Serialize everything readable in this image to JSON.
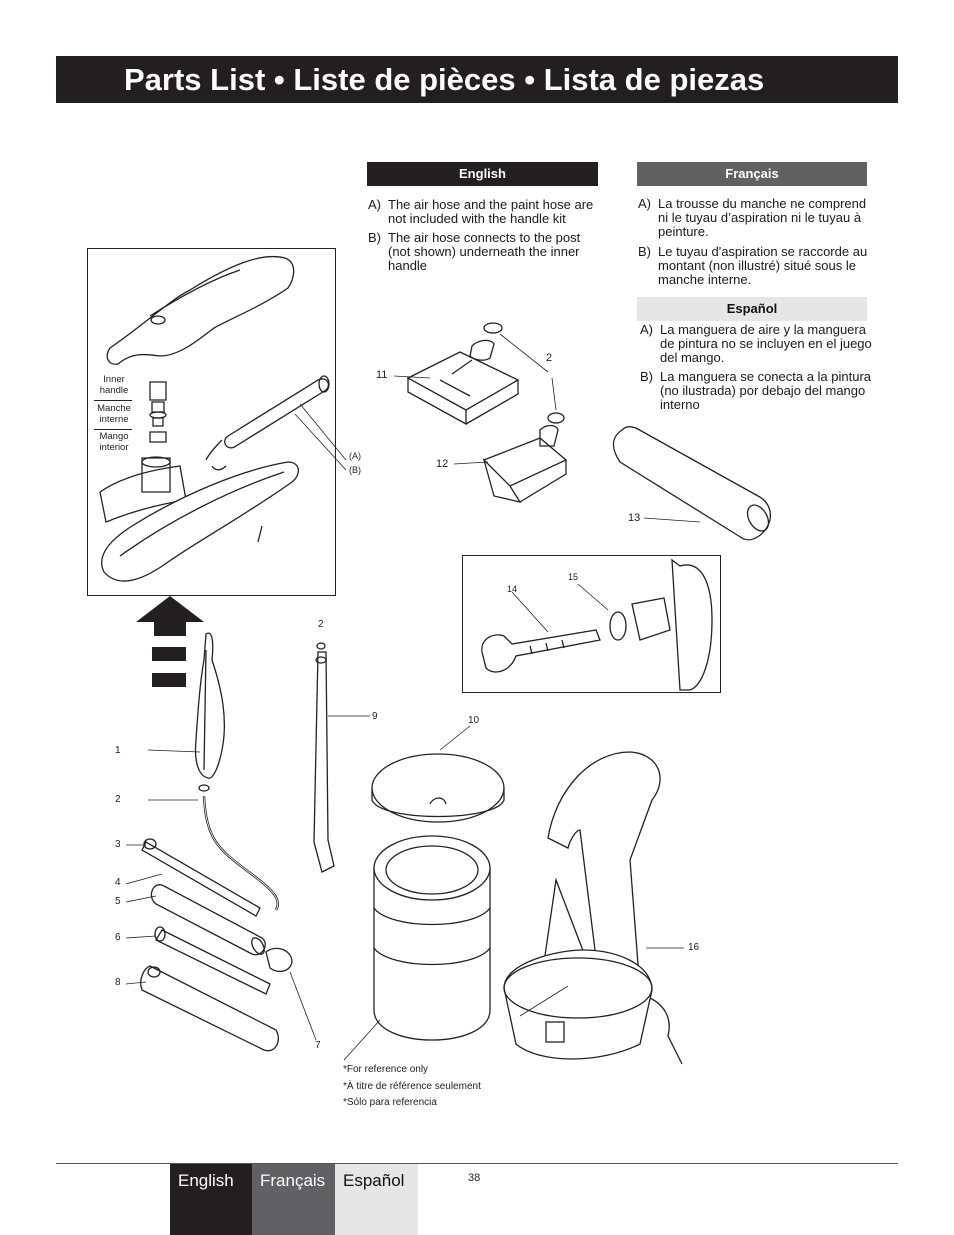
{
  "header": {
    "title": "Parts List • Liste de pièces • Lista de piezas"
  },
  "sections": {
    "english": {
      "title": "English",
      "notes": [
        {
          "letter": "A)",
          "text": "The air hose and the paint hose are not included with the handle kit"
        },
        {
          "letter": "B)",
          "text": "The air hose connects to the post (not shown) underneath the inner handle"
        }
      ]
    },
    "french": {
      "title": "Français",
      "notes": [
        {
          "letter": "A)",
          "text": "La trousse du manche ne comprend ni le tuyau d’aspiration ni le tuyau à peinture."
        },
        {
          "letter": "B)",
          "text": "Le tuyau d'aspiration se raccorde au montant (non illustré) situé sous le manche interne."
        }
      ]
    },
    "spanish": {
      "title": "Español",
      "notes": [
        {
          "letter": "A)",
          "text": "La manguera de aire y la manguera de pintura no se incluyen en el juego del mango."
        },
        {
          "letter": "B)",
          "text": "La manguera se conecta a la pintura (no ilustrada) por debajo del mango interno"
        }
      ]
    }
  },
  "diagram": {
    "inner_handle_labels": [
      "Inner handle",
      "Manche interne",
      "Mango interior"
    ],
    "hose_labels": [
      "(A)",
      "(B)"
    ],
    "callouts": {
      "c1": "1",
      "c2": "2",
      "c3": "3",
      "c4": "4",
      "c5": "5",
      "c6": "6",
      "c7": "7",
      "c8": "8",
      "c9": "9",
      "c10": "10",
      "c11": "11",
      "c12": "12",
      "c13": "13",
      "c14": "14",
      "c15": "15",
      "c16": "16",
      "c2_top": "2",
      "c2_pad": "2"
    },
    "reference_notes": [
      "*For reference only",
      "*À titre de référence seulement",
      "*Sólo para referencia"
    ]
  },
  "footer": {
    "tabs": [
      "English",
      "Français",
      "Español"
    ],
    "page_number": "38"
  }
}
